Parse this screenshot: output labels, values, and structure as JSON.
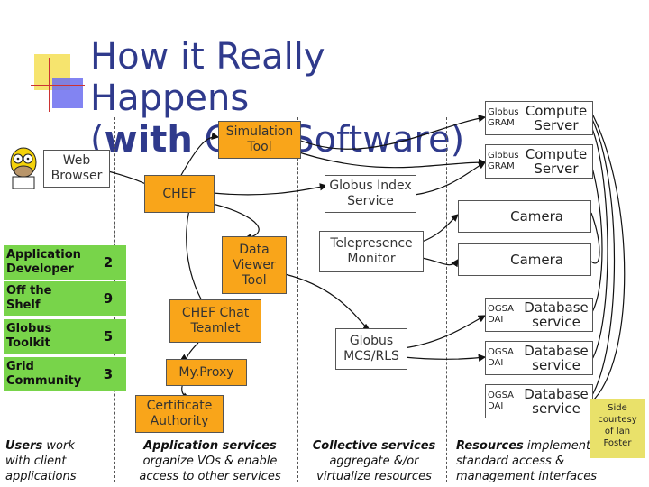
{
  "title": {
    "line1": "How it Really Happens",
    "line2_bold": "with",
    "line2_open": "(",
    "line2_rest": " Grid Software)"
  },
  "components": {
    "web_browser": "Web\nBrowser",
    "simulation_tool": "Simulation\nTool",
    "chef": "CHEF",
    "globus_index": "Globus Index\nService",
    "data_viewer": "Data\nViewer\nTool",
    "telepresence": "Telepresence\nMonitor",
    "chef_chat": "CHEF Chat\nTeamlet",
    "globus_mcs": "Globus\nMCS/RLS",
    "myproxy": "My.Proxy",
    "cert_authority": "Certificate\nAuthority"
  },
  "resources": {
    "compute": [
      {
        "small": "Globus\nGRAM",
        "big": "Compute\nServer"
      },
      {
        "small": "Globus\nGRAM",
        "big": "Compute\nServer"
      }
    ],
    "cameras": [
      "Camera",
      "Camera"
    ],
    "database": [
      {
        "small": "OGSA\nDAI",
        "big": "Database\nservice"
      },
      {
        "small": "OGSA\nDAI",
        "big": "Database\nservice"
      },
      {
        "small": "OGSA\nDAI",
        "big": "Database\nservice"
      }
    ]
  },
  "table": [
    {
      "label": "Application\nDeveloper",
      "value": "2"
    },
    {
      "label": "Off the\nShelf",
      "value": "9"
    },
    {
      "label": "Globus\nToolkit",
      "value": "5"
    },
    {
      "label": "Grid\nCommunity",
      "value": "3"
    }
  ],
  "footers": {
    "users_bold": "Users",
    "users_rest": " work\nwith client\napplications",
    "app_bold": "Application services",
    "app_rest": "organize VOs & enable\naccess to other services",
    "coll_bold": "Collective services",
    "coll_rest": "aggregate &/or\nvirtualize resources",
    "res_bold": "Resources",
    "res_rest": " implement\nstandard access &\nmanagement interfaces"
  },
  "side_note": "Side\ncourtesy\nof Ian\nFoster",
  "colors": {
    "title": "#2f3a8c",
    "orange": "#f9a51a",
    "green": "#78d44a",
    "side_note": "#e9e16a"
  }
}
